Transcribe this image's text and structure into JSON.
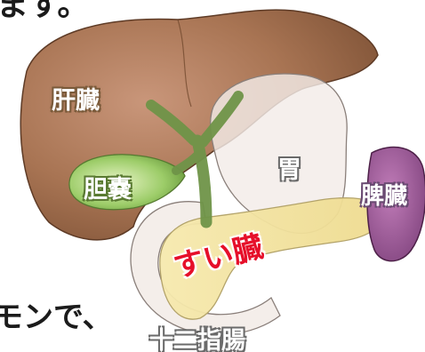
{
  "caption": {
    "top_fragment": "ます。",
    "bottom_fragment": "モンで、"
  },
  "labels": {
    "liver": "肝臓",
    "gallbladder": "胆嚢",
    "stomach": "胃",
    "spleen": "脾臓",
    "pancreas": "すい臓",
    "duodenum": "十二指腸"
  },
  "colors": {
    "liver": "#a57452",
    "gallbladder": "#8cc05a",
    "bile_duct": "#6f9448",
    "stomach": "#f3ece8",
    "pancreas": "#f2e2a2",
    "spleen": "#a05a9c",
    "duodenum": "#f3ece8",
    "pancreas_label": "#e60f2a"
  }
}
